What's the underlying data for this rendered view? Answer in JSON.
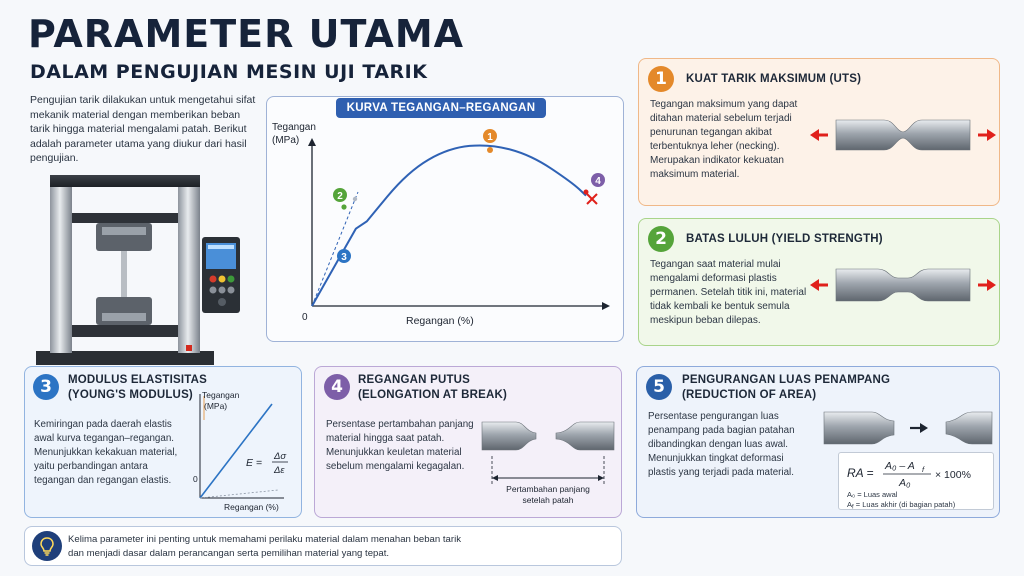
{
  "header": {
    "title": "PARAMETER UTAMA",
    "subtitle": "DALAM PENGUJIAN MESIN UJI TARIK",
    "intro": "Pengujian tarik dilakukan untuk mengetahui sifat mekanik material dengan memberikan beban tarik hingga material mengalami patah. Berikut adalah parameter utama yang diukur dari hasil pengujian."
  },
  "curve_panel": {
    "title": "KURVA TEGANGAN–REGANGAN",
    "ylabel_line1": "Tegangan",
    "ylabel_line2": "(MPa)",
    "xlabel": "Regangan (%)",
    "origin": "0",
    "markers": [
      "1",
      "2",
      "3",
      "4"
    ]
  },
  "chart_data": {
    "type": "line",
    "title": "KURVA TEGANGAN–REGANGAN",
    "xlabel": "Regangan (%)",
    "ylabel": "Tegangan (MPa)",
    "points": [
      [
        0,
        0
      ],
      [
        0.16,
        0.42
      ],
      [
        0.2,
        0.46
      ],
      [
        0.35,
        0.73
      ],
      [
        0.5,
        0.86
      ],
      [
        0.65,
        0.88
      ],
      [
        0.8,
        0.82
      ],
      [
        0.95,
        0.67
      ],
      [
        1.0,
        0.6
      ]
    ],
    "annotations": [
      {
        "label": "1",
        "meaning": "UTS",
        "x": 0.6,
        "y": 0.9
      },
      {
        "label": "2",
        "meaning": "Yield",
        "x": 0.15,
        "y": 0.48
      },
      {
        "label": "3",
        "meaning": "Modulus",
        "x": 0.15,
        "y": 0.27
      },
      {
        "label": "4",
        "meaning": "Break",
        "x": 1.0,
        "y": 0.66
      }
    ],
    "grid": false
  },
  "cards": {
    "uts": {
      "number": "1",
      "title": "KUAT TARIK MAKSIMUM (UTS)",
      "text": "Tegangan maksimum yang dapat ditahan material sebelum terjadi penurunan tegangan akibat terbentuknya leher (necking). Merupakan indikator kekuatan maksimum material."
    },
    "yield": {
      "number": "2",
      "title": "BATAS LULUH (YIELD STRENGTH)",
      "text": "Tegangan saat material mulai mengalami deformasi plastis permanen. Setelah titik ini, material tidak kembali ke bentuk semula meskipun beban dilepas."
    },
    "modulus": {
      "number": "3",
      "title_line1": "MODULUS ELASTISITAS",
      "title_line2": "(YOUNG'S MODULUS)",
      "text": "Kemiringan pada daerah elastis awal kurva tegangan–regangan. Menunjukkan kekakuan material, yaitu perbandingan antara tegangan dan regangan elastis.",
      "mini_ylabel1": "Tegangan",
      "mini_ylabel2": "(MPa)",
      "mini_xlabel": "Regangan (%)",
      "mini_origin": "0",
      "formula_left": "E =",
      "formula_num": "Δσ",
      "formula_den": "Δε"
    },
    "elongation": {
      "number": "4",
      "title_line1": "REGANGAN PUTUS",
      "title_line2": "(ELONGATION AT BREAK)",
      "text": "Persentase pertambahan panjang material hingga saat patah. Menunjukkan keuletan material sebelum mengalami kegagalan.",
      "caption_line1": "Pertambahan panjang",
      "caption_line2": "setelah patah"
    },
    "reduction": {
      "number": "5",
      "title_line1": "PENGURANGAN LUAS PENAMPANG",
      "title_line2": "(REDUCTION OF AREA)",
      "text": "Persentase pengurangan luas penampang pada bagian patahan dibandingkan dengan luas awal. Menunjukkan tingkat deformasi plastis yang terjadi pada material.",
      "formula_left": "RA =",
      "formula_num": "A₀ – A",
      "formula_num_sub": "f",
      "formula_den": "A₀",
      "formula_right": "× 100%",
      "legend1": "A₀ = Luas awal",
      "legend2": "A",
      "legend2_sub": "f",
      "legend2_rest": " = Luas akhir (di bagian patah)"
    }
  },
  "footer": {
    "text_line1": "Kelima parameter ini penting untuk memahami perilaku material dalam menahan beban tarik",
    "text_line2": "dan menjadi dasar dalam perancangan serta pemilihan material yang tepat."
  },
  "colors": {
    "uts_accent": "#e4892a",
    "yield_accent": "#55a43a",
    "modulus_accent": "#2c74c4",
    "elongation_accent": "#7d5ea8",
    "reduction_accent": "#2a5fa8",
    "arrow_red": "#e0201b",
    "curve_blue": "#2f62b5"
  }
}
